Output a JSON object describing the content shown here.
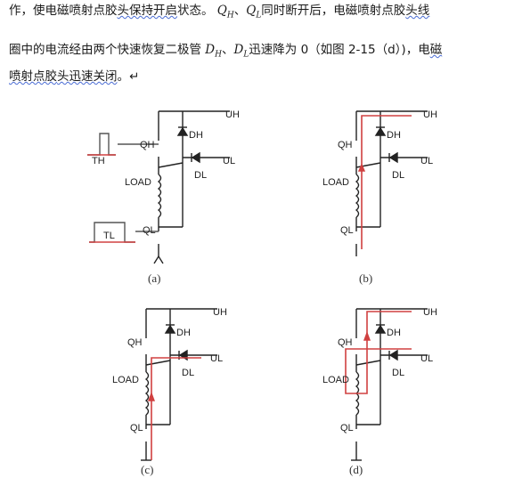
{
  "text": {
    "line1_a": "作，使电磁喷射点胶",
    "line1_b": "头保持开启",
    "line1_c": "状态。",
    "line1_q1": "Q",
    "line1_q1_sub": "H",
    "line1_sep1": "、",
    "line1_q2": "Q",
    "line1_q2_sub": "L",
    "line1_d": "同时断开后，电磁喷射点胶",
    "line1_e": "头线",
    "line2_a": "圈中的电流经由两个快速恢复二极管",
    "line2_dh": "D",
    "line2_dh_sub": "H",
    "line2_sep": "、",
    "line2_dl": "D",
    "line2_dl_sub": "L",
    "line2_b": "迅速降为 0（如图 2-15（d）)，电",
    "line2_c": "磁",
    "line3_a": "喷射点胶",
    "line3_b": "头迅速关闭",
    "line3_c": "。↵"
  },
  "diagram_labels": {
    "uh": "UH",
    "ul": "UL",
    "qh": "QH",
    "ql": "QL",
    "dh": "DH",
    "dl": "DL",
    "load": "LOAD",
    "th": "TH",
    "tl": "TL"
  },
  "captions": [
    "(a)",
    "(b)",
    "(c)",
    "(d)"
  ],
  "colors": {
    "current_path": "#d04040",
    "line": "#222222"
  }
}
